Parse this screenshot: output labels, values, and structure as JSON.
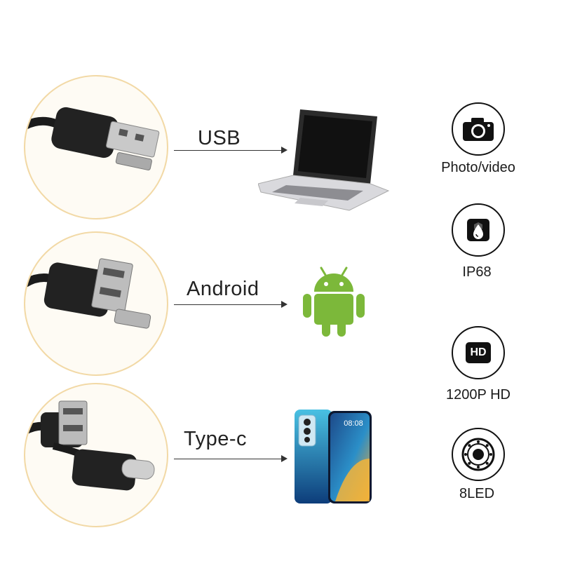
{
  "connections": [
    {
      "label": "USB",
      "device": "laptop-icon"
    },
    {
      "label": "Android",
      "device": "android-robot-icon"
    },
    {
      "label": "Type-c",
      "device": "smartphone-icon"
    }
  ],
  "features": [
    {
      "label": "Photo/video",
      "icon": "camera-icon"
    },
    {
      "label": "IP68",
      "icon": "waterproof-icon"
    },
    {
      "label": "1200P HD",
      "icon": "hd-icon"
    },
    {
      "label": "8LED",
      "icon": "led-ring-icon"
    }
  ],
  "icon_glyphs": {
    "hd": "HD"
  },
  "phone_screen": {
    "time": "08:08"
  },
  "colors": {
    "circle_border": "#f2d9a6",
    "android_green": "#7cb83a",
    "text": "#222222"
  }
}
